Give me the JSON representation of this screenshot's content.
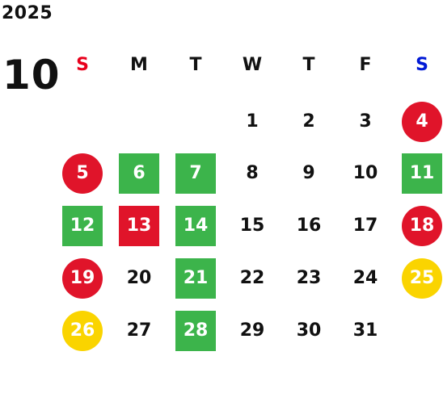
{
  "year": "2025",
  "month": "10",
  "colors": {
    "sunday": "#e8001c",
    "saturday": "#0019d6",
    "weekday": "#111111",
    "red": "#e0142a",
    "green": "#3cb44b",
    "yellow": "#fad400",
    "white": "#ffffff"
  },
  "weekdays": [
    {
      "label": "S",
      "color": "sunday"
    },
    {
      "label": "M",
      "color": "weekday"
    },
    {
      "label": "T",
      "color": "weekday"
    },
    {
      "label": "W",
      "color": "weekday"
    },
    {
      "label": "T",
      "color": "weekday"
    },
    {
      "label": "F",
      "color": "weekday"
    },
    {
      "label": "S",
      "color": "saturday"
    }
  ],
  "days": [
    {
      "label": "1",
      "mark": "none"
    },
    {
      "label": "2",
      "mark": "none"
    },
    {
      "label": "3",
      "mark": "none"
    },
    {
      "label": "4",
      "mark": "red-circle"
    },
    {
      "label": "5",
      "mark": "red-circle"
    },
    {
      "label": "6",
      "mark": "green-square"
    },
    {
      "label": "7",
      "mark": "green-square"
    },
    {
      "label": "8",
      "mark": "none"
    },
    {
      "label": "9",
      "mark": "none"
    },
    {
      "label": "10",
      "mark": "none"
    },
    {
      "label": "11",
      "mark": "green-square"
    },
    {
      "label": "12",
      "mark": "green-square"
    },
    {
      "label": "13",
      "mark": "red-square"
    },
    {
      "label": "14",
      "mark": "green-square"
    },
    {
      "label": "15",
      "mark": "none"
    },
    {
      "label": "16",
      "mark": "none"
    },
    {
      "label": "17",
      "mark": "none"
    },
    {
      "label": "18",
      "mark": "red-circle"
    },
    {
      "label": "19",
      "mark": "red-circle"
    },
    {
      "label": "20",
      "mark": "none"
    },
    {
      "label": "21",
      "mark": "green-square"
    },
    {
      "label": "22",
      "mark": "none"
    },
    {
      "label": "23",
      "mark": "none"
    },
    {
      "label": "24",
      "mark": "none"
    },
    {
      "label": "25",
      "mark": "yellow-circle"
    },
    {
      "label": "26",
      "mark": "yellow-circle"
    },
    {
      "label": "27",
      "mark": "none"
    },
    {
      "label": "28",
      "mark": "green-square"
    },
    {
      "label": "29",
      "mark": "none"
    },
    {
      "label": "30",
      "mark": "none"
    },
    {
      "label": "31",
      "mark": "none"
    }
  ]
}
